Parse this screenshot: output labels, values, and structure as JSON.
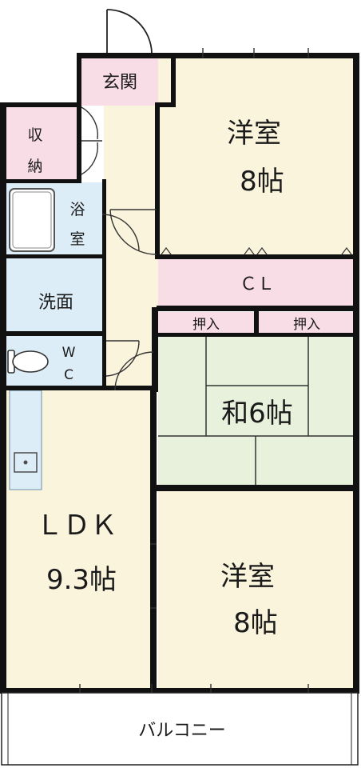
{
  "colors": {
    "wall": "#111111",
    "western_room": "#fbf4dc",
    "storage": "#f9dde6",
    "wet_area": "#ddedf7",
    "tatami": "#e8f1dc",
    "ldk": "#fbf4dc",
    "corridor": "#fbf4dc",
    "balcony": "#ffffff"
  },
  "rooms": {
    "entrance": "玄関",
    "storage_top": "収",
    "storage_bottom": "納",
    "bath_top": "浴",
    "bath_bottom": "室",
    "washroom": "洗面",
    "wc_top": "W",
    "wc_bottom": "C",
    "closet": "ＣＬ",
    "oshiire_left": "押入",
    "oshiire_right": "押入",
    "tatami_room": "和6帖",
    "western1_name": "洋室",
    "western1_size": "8帖",
    "western2_name": "洋室",
    "western2_size": "8帖",
    "ldk_name": "ＬＤＫ",
    "ldk_size": "9.3帖",
    "balcony": "バルコニー"
  }
}
